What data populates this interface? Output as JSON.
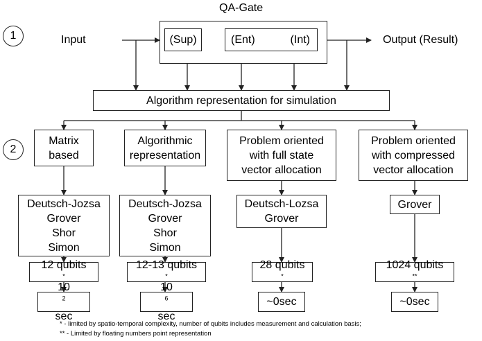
{
  "qa_gate": {
    "title": "QA-Gate",
    "sup": "(Sup)",
    "ent": "(Ent)",
    "int": "(Int)"
  },
  "markers": {
    "one": "1",
    "two": "2"
  },
  "input_label": "Input",
  "output_label": "Output (Result)",
  "algorithm_box": "Algorithm representation for simulation",
  "columns": [
    {
      "type_lines": [
        "Matrix",
        "based"
      ],
      "algorithms": [
        "Deutsch-Jozsa",
        "Grover",
        "Shor",
        "Simon"
      ],
      "qubits": "12 qubits",
      "qubits_mark": "*",
      "time_base": "10",
      "time_exp": "2",
      "time_unit": " sec"
    },
    {
      "type_lines": [
        "Algorithmic",
        "representation"
      ],
      "algorithms": [
        "Deutsch-Jozsa",
        "Grover",
        "Shor",
        "Simon"
      ],
      "qubits": "12-13 qubits",
      "qubits_mark": "*",
      "time_base": "10",
      "time_exp": "6",
      "time_unit": " sec"
    },
    {
      "type_lines": [
        "Problem oriented",
        "with full state",
        "vector allocation"
      ],
      "algorithms": [
        "Deutsch-Lozsa",
        "Grover"
      ],
      "qubits": "28 qubits",
      "qubits_mark": "*",
      "time_base": "~0sec",
      "time_exp": "",
      "time_unit": ""
    },
    {
      "type_lines": [
        "Problem oriented",
        "with compressed",
        "vector allocation"
      ],
      "algorithms": [
        "Grover"
      ],
      "qubits": "1024 qubits",
      "qubits_mark": "**",
      "time_base": "~0sec",
      "time_exp": "",
      "time_unit": ""
    }
  ],
  "footnotes": [
    "* - limited by spatio-temporal complexity, number of qubits includes measurement and calculation basis;",
    "** - Limited by floating numbers point representation"
  ]
}
